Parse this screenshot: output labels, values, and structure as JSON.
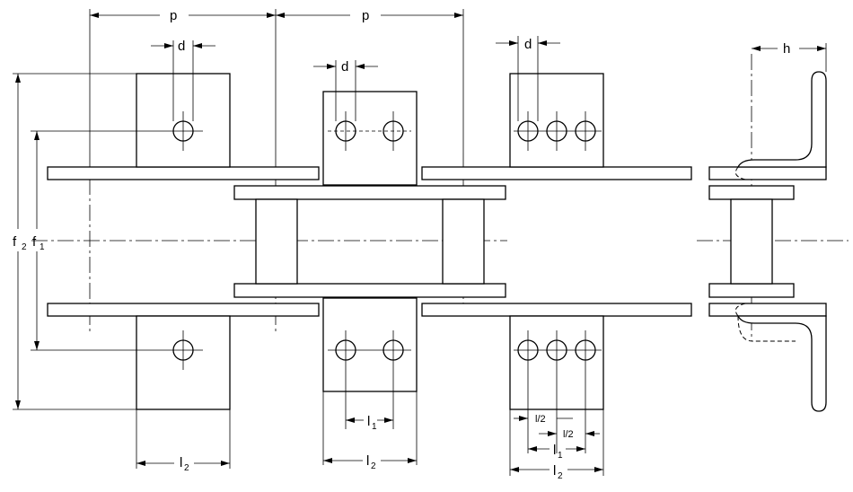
{
  "labels": {
    "pitch": "p",
    "hole_diameter": "d",
    "attachment_height": "h",
    "distance_f1": "f",
    "distance_f1_sub": "1",
    "distance_f2": "f",
    "distance_f2_sub": "2",
    "length_l1": "l",
    "length_l1_sub": "1",
    "length_l2": "l",
    "length_l2_sub": "2",
    "half_l1": "l/2"
  }
}
